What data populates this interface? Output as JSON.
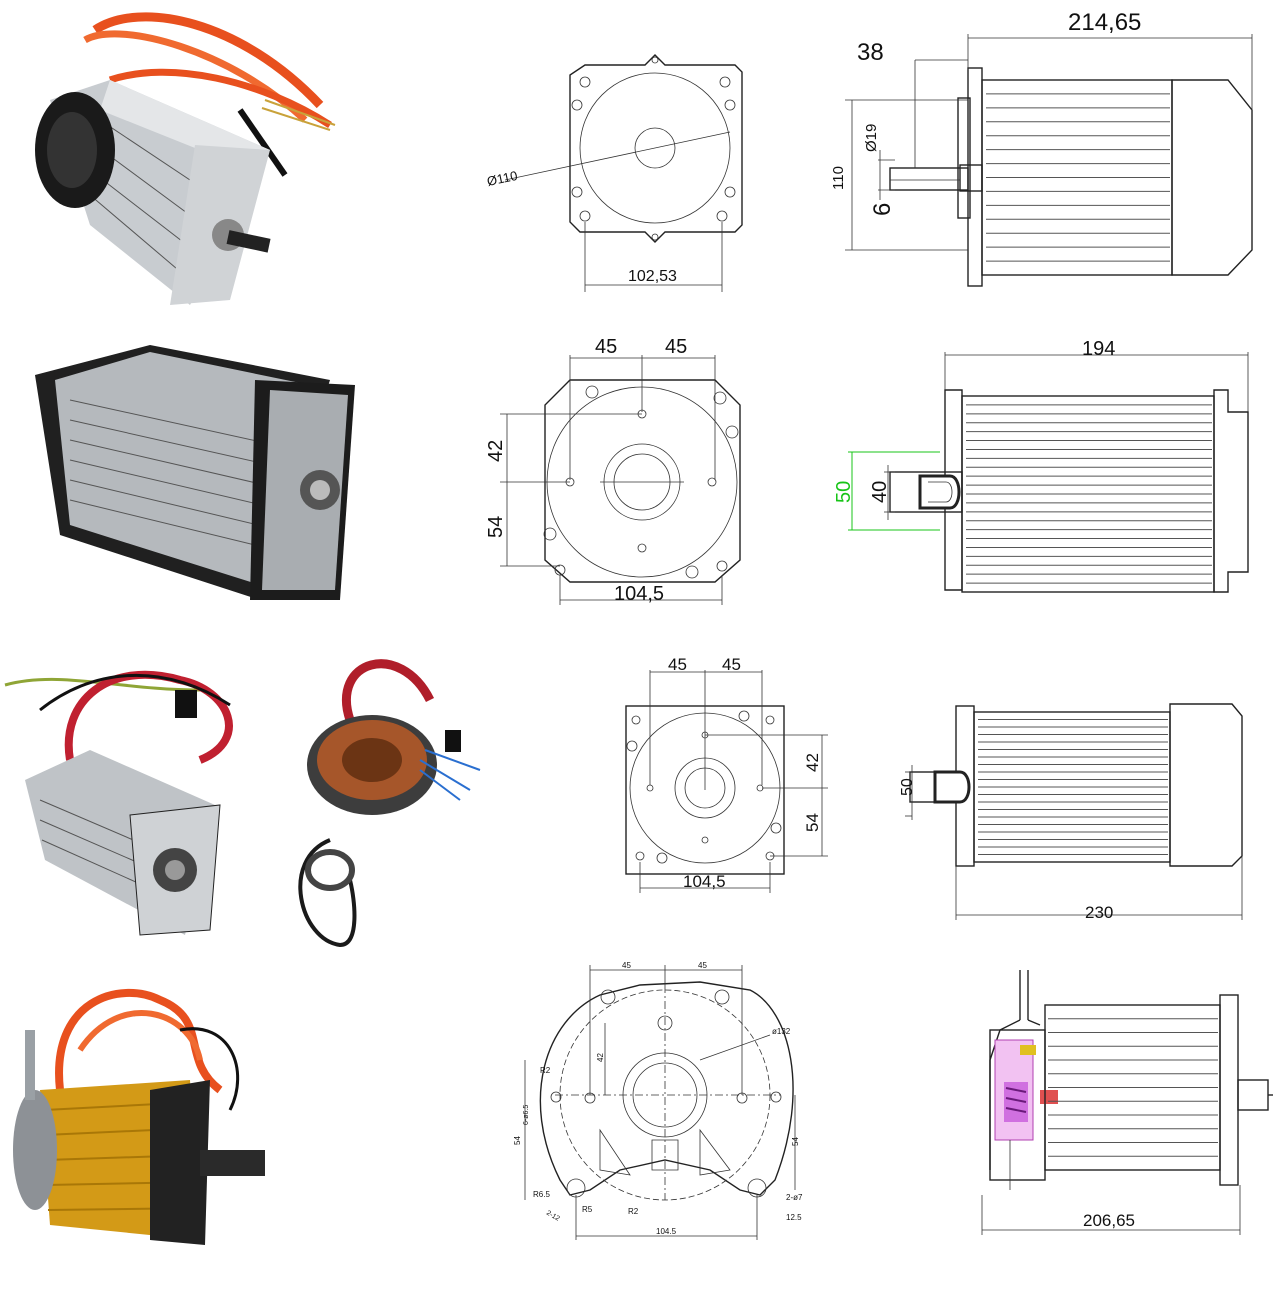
{
  "drawings": [
    {
      "id": "row1",
      "front": {
        "diameter": "Ø110",
        "width": "102,53"
      },
      "side": {
        "overall": "214,65",
        "shaft_len": "38",
        "shaft_dia": "Ø19",
        "height": "110",
        "key": "6"
      }
    },
    {
      "id": "row2",
      "front": {
        "left": "45",
        "right": "45",
        "upper": "42",
        "lower": "54",
        "width": "104,5"
      },
      "side": {
        "overall": "194",
        "outer": "50",
        "inner": "40"
      }
    },
    {
      "id": "row3",
      "front": {
        "left": "45",
        "right": "45",
        "upper": "42",
        "lower": "54",
        "width": "104,5"
      },
      "side": {
        "overall": "230",
        "shaft": "50"
      }
    },
    {
      "id": "row4",
      "front": {
        "left": "45",
        "right": "45",
        "dia": "ø132",
        "r_top": "R2",
        "offset": "6-ø6.5",
        "side_left": "54",
        "side_right": "54",
        "upper": "42",
        "width": "104.5",
        "r_a": "R6.5",
        "r_b": "2-12",
        "r_c": "R5",
        "r_d": "R2",
        "holes": "2-ø7",
        "depth": "12.5"
      },
      "side": {
        "overall": "206,65"
      }
    }
  ],
  "colors": {
    "green": "#18c418",
    "magenta": "#e07be0",
    "orange": "#e8501e",
    "gold": "#d39a17"
  }
}
